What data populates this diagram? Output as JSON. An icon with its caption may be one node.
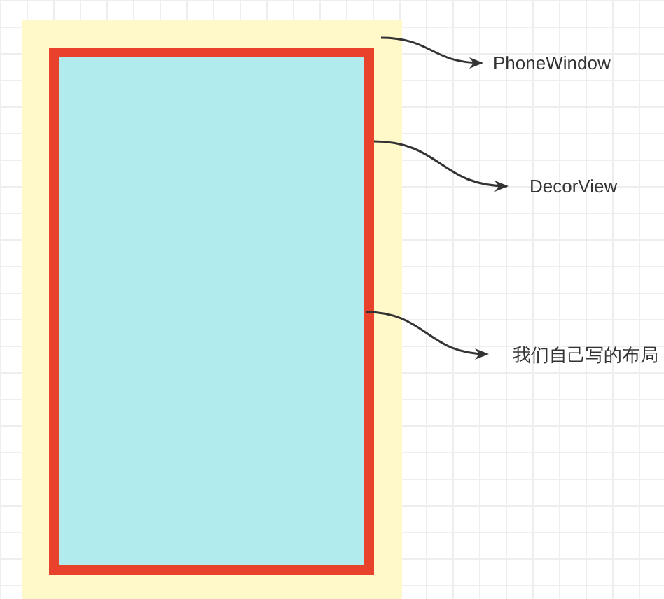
{
  "diagram": {
    "nodes": [
      {
        "text": [],
        "shape": "box"
      },
      {
        "text": [],
        "shape": "box",
        "in": 0
      },
      {
        "text": [],
        "shape": "box",
        "in": 1
      },
      {
        "text": [
          "PhoneWindow"
        ]
      },
      {
        "text": [
          "DecorView"
        ]
      },
      {
        "text": [
          "我们自己写的布局"
        ]
      }
    ],
    "edges": [
      {
        "from": 0,
        "to": 3,
        "arrow": "to"
      },
      {
        "from": 1,
        "to": 4,
        "arrow": "to"
      },
      {
        "from": 2,
        "to": 5,
        "arrow": "to"
      }
    ]
  }
}
